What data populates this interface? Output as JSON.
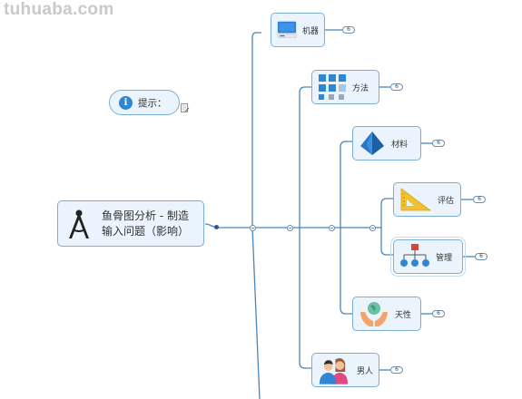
{
  "watermark": "tuhuaba.com",
  "root": {
    "line1": "鱼骨图分析 - 制造",
    "line2": "输入问题（影响）"
  },
  "tip": {
    "icon_char": "i",
    "text": "提示："
  },
  "branches": [
    {
      "label": "机器",
      "icon": "computer-icon",
      "badge": "6"
    },
    {
      "label": "方法",
      "icon": "grid-icon",
      "badge": "6"
    },
    {
      "label": "材料",
      "icon": "pyramid-icon",
      "badge": "6"
    },
    {
      "label": "评估",
      "icon": "ruler-triangle-icon",
      "badge": "6"
    },
    {
      "label": "管理",
      "icon": "org-chart-icon",
      "badge": "6"
    },
    {
      "label": "天性",
      "icon": "hands-globe-icon",
      "badge": "6"
    },
    {
      "label": "男人",
      "icon": "people-icon",
      "badge": "6"
    }
  ],
  "colors": {
    "line": "#3b78b0",
    "node_fill": "#ebf4fc",
    "node_border": "#7aaed6"
  }
}
